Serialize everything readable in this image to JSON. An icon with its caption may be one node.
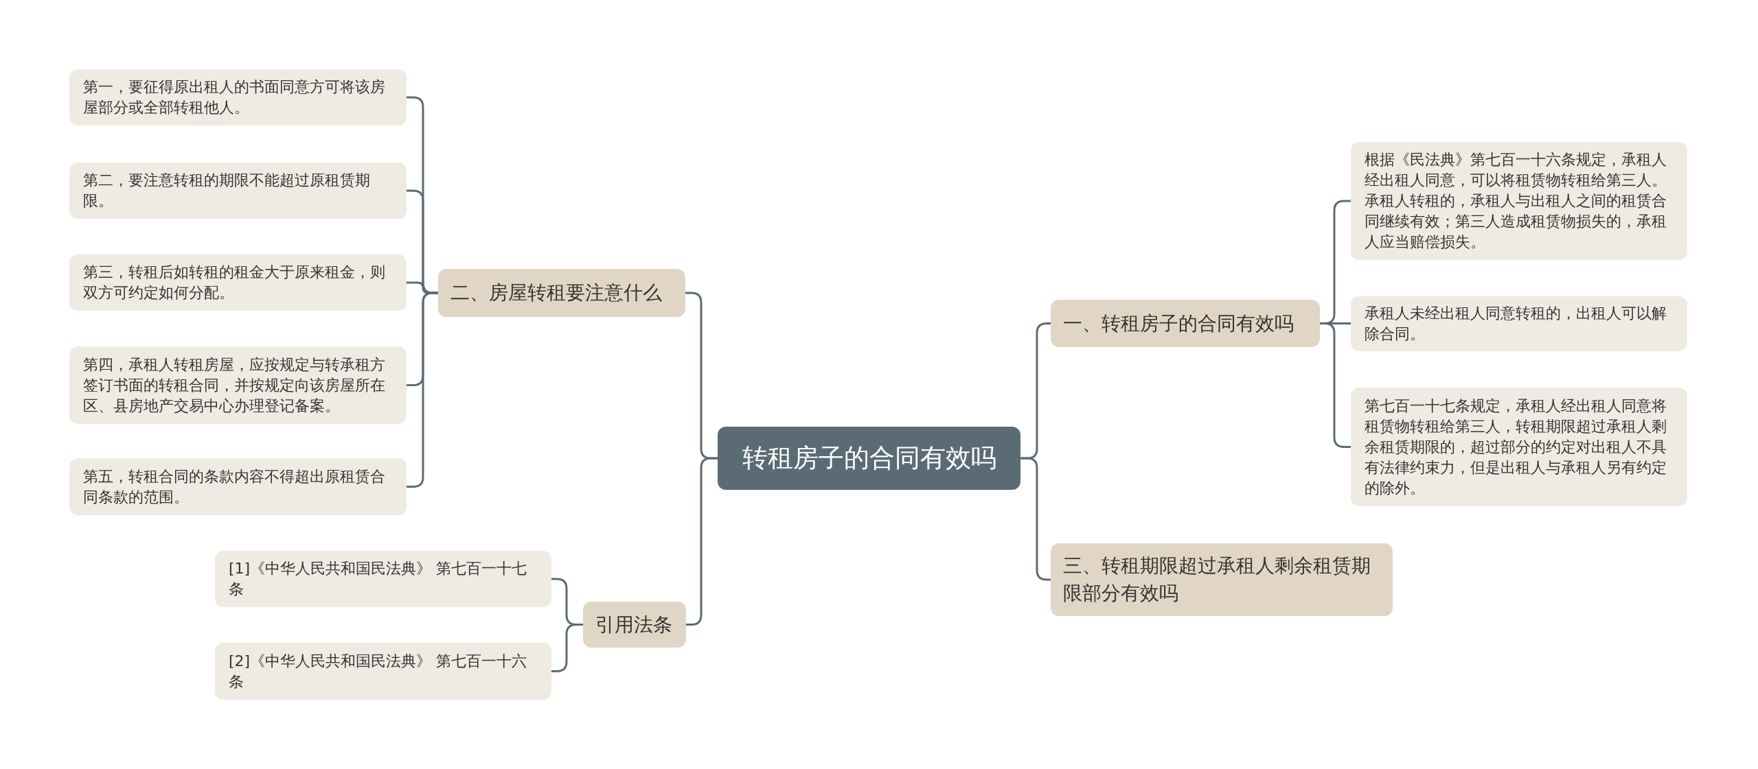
{
  "diagram": {
    "nodes": [
      {
        "text": [
          "转租房子的合同有效吗"
        ]
      },
      {
        "text": [
          "一、转租房子的合同有效吗"
        ]
      },
      {
        "text": [
          "根据《民法典》第七百一十六条规定，承租人经出租人同意，可以将租赁物转租给第三人。承租人转租的，承租人与出租人之间的租赁合同继续有效；第三人造成租赁物损失的，承租人应当赔偿损失。"
        ]
      },
      {
        "text": [
          "承租人未经出租人同意转租的，出租人可以解除合同。"
        ]
      },
      {
        "text": [
          "第七百一十七条规定，承租人经出租人同意将租赁物转租给第三人，转租期限超过承租人剩余租赁期限的，超过部分的约定对出租人不具有法律约束力，但是出租人与承租人另有约定的除外。"
        ]
      },
      {
        "text": [
          "三、转租期限超过承租人剩余租赁期限部分有效吗"
        ]
      },
      {
        "text": [
          "二、房屋转租要注意什么"
        ]
      },
      {
        "text": [
          "第一，要征得原出租人的书面同意方可将该房屋部分或全部转租他人。"
        ]
      },
      {
        "text": [
          "第二，要注意转租的期限不能超过原租赁期限。"
        ]
      },
      {
        "text": [
          "第三，转租后如转租的租金大于原来租金，则双方可约定如何分配。"
        ]
      },
      {
        "text": [
          "第四，承租人转租房屋，应按规定与转承租方签订书面的转租合同，并按规定向该房屋所在区、县房地产交易中心办理登记备案。"
        ]
      },
      {
        "text": [
          "第五，转租合同的条款内容不得超出原租赁合同条款的范围。"
        ]
      },
      {
        "text": [
          "引用法条"
        ]
      },
      {
        "text": [
          "[1]《中华人民共和国民法典》 第七百一十七条"
        ]
      },
      {
        "text": [
          "[2]《中华人民共和国民法典》 第七百一十六条"
        ]
      }
    ],
    "edges": [
      {
        "from": 0,
        "to": 1,
        "arrow": "none"
      },
      {
        "from": 0,
        "to": 5,
        "arrow": "none"
      },
      {
        "from": 0,
        "to": 6,
        "arrow": "none"
      },
      {
        "from": 0,
        "to": 12,
        "arrow": "none"
      },
      {
        "from": 1,
        "to": 2,
        "arrow": "none"
      },
      {
        "from": 1,
        "to": 3,
        "arrow": "none"
      },
      {
        "from": 1,
        "to": 4,
        "arrow": "none"
      },
      {
        "from": 6,
        "to": 7,
        "arrow": "none"
      },
      {
        "from": 6,
        "to": 8,
        "arrow": "none"
      },
      {
        "from": 6,
        "to": 9,
        "arrow": "none"
      },
      {
        "from": 6,
        "to": 10,
        "arrow": "none"
      },
      {
        "from": 6,
        "to": 11,
        "arrow": "none"
      },
      {
        "from": 12,
        "to": 13,
        "arrow": "none"
      },
      {
        "from": 12,
        "to": 14,
        "arrow": "none"
      }
    ]
  }
}
